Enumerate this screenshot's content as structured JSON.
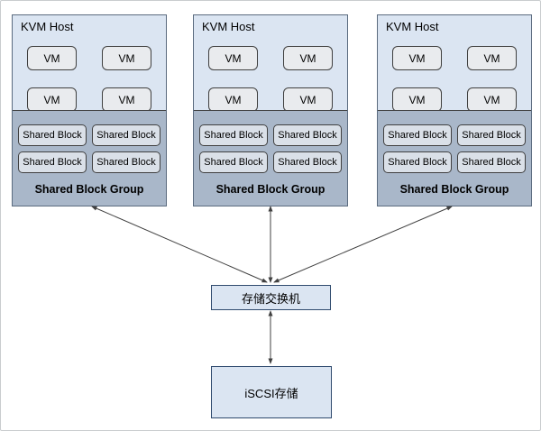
{
  "diagram": {
    "hosts": [
      {
        "title": "KVM Host",
        "vms": [
          "VM",
          "VM",
          "VM",
          "VM"
        ],
        "shared_blocks": [
          "Shared Block",
          "Shared Block",
          "Shared Block",
          "Shared Block"
        ],
        "group_label": "Shared Block Group"
      },
      {
        "title": "KVM Host",
        "vms": [
          "VM",
          "VM",
          "VM",
          "VM"
        ],
        "shared_blocks": [
          "Shared Block",
          "Shared Block",
          "Shared Block",
          "Shared Block"
        ],
        "group_label": "Shared Block Group"
      },
      {
        "title": "KVM Host",
        "vms": [
          "VM",
          "VM",
          "VM",
          "VM"
        ],
        "shared_blocks": [
          "Shared Block",
          "Shared Block",
          "Shared Block",
          "Shared Block"
        ],
        "group_label": "Shared Block Group"
      }
    ],
    "switch": {
      "label": "存储交换机"
    },
    "storage": {
      "label": "iSCSI存储"
    },
    "edges": [
      {
        "from": "kvm-host-1-shared-block-group",
        "to": "storage-switch",
        "bidirectional": true
      },
      {
        "from": "kvm-host-2-shared-block-group",
        "to": "storage-switch",
        "bidirectional": true
      },
      {
        "from": "kvm-host-3-shared-block-group",
        "to": "storage-switch",
        "bidirectional": true
      },
      {
        "from": "storage-switch",
        "to": "iscsi-storage",
        "bidirectional": true
      }
    ],
    "colors": {
      "host_fill": "#dbe5f2",
      "host_border": "#5b6b7f",
      "group_fill": "#a9b7c9",
      "vm_fill": "#e9ebee",
      "shared_block_fill": "#dae0e8",
      "inner_border": "#404040",
      "lower_box_fill": "#dbe5f2",
      "lower_box_border": "#2f4a6e",
      "connector": "#404040",
      "page_border": "#c9ccce"
    }
  }
}
